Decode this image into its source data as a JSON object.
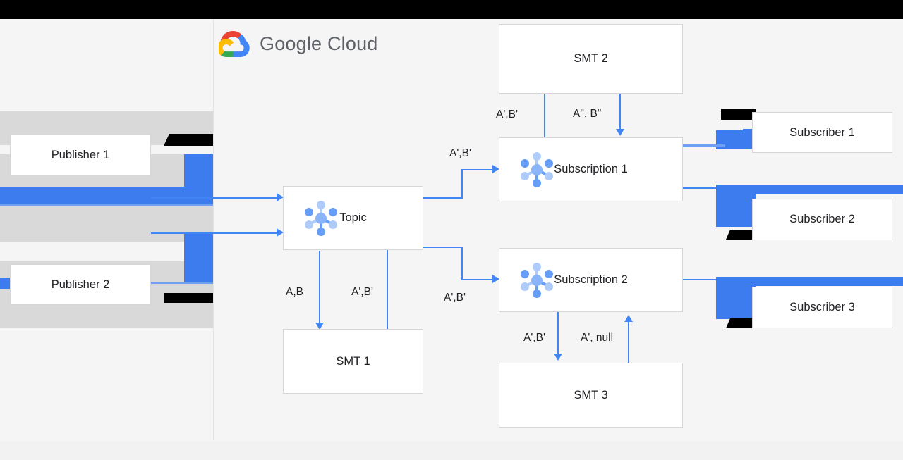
{
  "page": {
    "title": "Google Cloud Pub/Sub single message transform diagram",
    "topbar_color": "#000000",
    "canvas_bg": "#f5f5f5",
    "panel_bg": "#f5f5f5",
    "accent_blue": "#4285f4",
    "artifact_blue": "#3d7cef",
    "artifact_gray": "#d9d9d9",
    "node_bg": "#ffffff",
    "node_border": "#d6d6d6",
    "text_color": "#202124"
  },
  "logo": {
    "text_bold": "Google",
    "text_light": "Cloud",
    "full_text": "Google Cloud",
    "icon": "google-cloud-logo",
    "colors": {
      "red": "#ea4335",
      "yellow": "#fbbc05",
      "green": "#34a853",
      "blue": "#4285f4"
    }
  },
  "nodes": {
    "publisher_1": {
      "label": "Publisher 1",
      "icon": null
    },
    "publisher_2": {
      "label": "Publisher 2",
      "icon": null
    },
    "topic": {
      "label": "Topic",
      "icon": "pubsub-icon"
    },
    "smt_1": {
      "label": "SMT 1",
      "icon": null
    },
    "smt_2": {
      "label": "SMT 2",
      "icon": null
    },
    "smt_3": {
      "label": "SMT 3",
      "icon": null
    },
    "subscription_1": {
      "label": "Subscription 1",
      "icon": "pubsub-icon"
    },
    "subscription_2": {
      "label": "Subscription 2",
      "icon": "pubsub-icon"
    },
    "subscriber_1": {
      "label": "Subscriber 1",
      "icon": null
    },
    "subscriber_2": {
      "label": "Subscriber 2",
      "icon": null
    },
    "subscriber_3": {
      "label": "Subscriber 3",
      "icon": null
    }
  },
  "edge_labels": {
    "topic_to_smt1": "A,B",
    "smt1_to_topic": "A',B'",
    "topic_to_sub1": "A',B'",
    "topic_to_sub2": "A',B'",
    "sub1_to_smt2": "A',B'",
    "smt2_to_sub1": "A\", B\"",
    "sub2_to_smt3": "A',B'",
    "smt3_to_sub2": "A', null"
  }
}
